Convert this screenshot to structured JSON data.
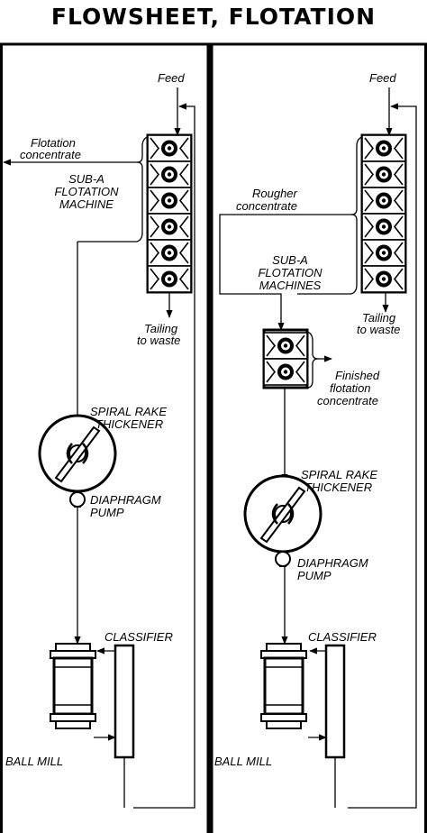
{
  "title": "FLOWSHEET, FLOTATION",
  "left": {
    "feed": "Feed",
    "concentrate_1": "Flotation",
    "concentrate_2": "concentrate",
    "machine_1": "SUB-A",
    "machine_2": "FLOTATION",
    "machine_3": "MACHINE",
    "tailing_1": "Tailing",
    "tailing_2": "to waste",
    "thickener_1": "SPIRAL RAKE",
    "thickener_2": "THICKENER",
    "pump_1": "DIAPHRAGM",
    "pump_2": "PUMP",
    "classifier": "CLASSIFIER",
    "ball_mill": "BALL MILL"
  },
  "right": {
    "feed": "Feed",
    "rougher_1": "Rougher",
    "rougher_2": "concentrate",
    "machines_1": "SUB-A",
    "machines_2": "FLOTATION",
    "machines_3": "MACHINES",
    "tailing_1": "Tailing",
    "tailing_2": "to waste",
    "finished_1": "Finished",
    "finished_2": "flotation",
    "finished_3": "concentrate",
    "thickener_1": "SPIRAL RAKE",
    "thickener_2": "THICKENER",
    "pump_1": "DIAPHRAGM",
    "pump_2": "PUMP",
    "classifier": "CLASSIFIER",
    "ball_mill": "BALL MILL"
  }
}
